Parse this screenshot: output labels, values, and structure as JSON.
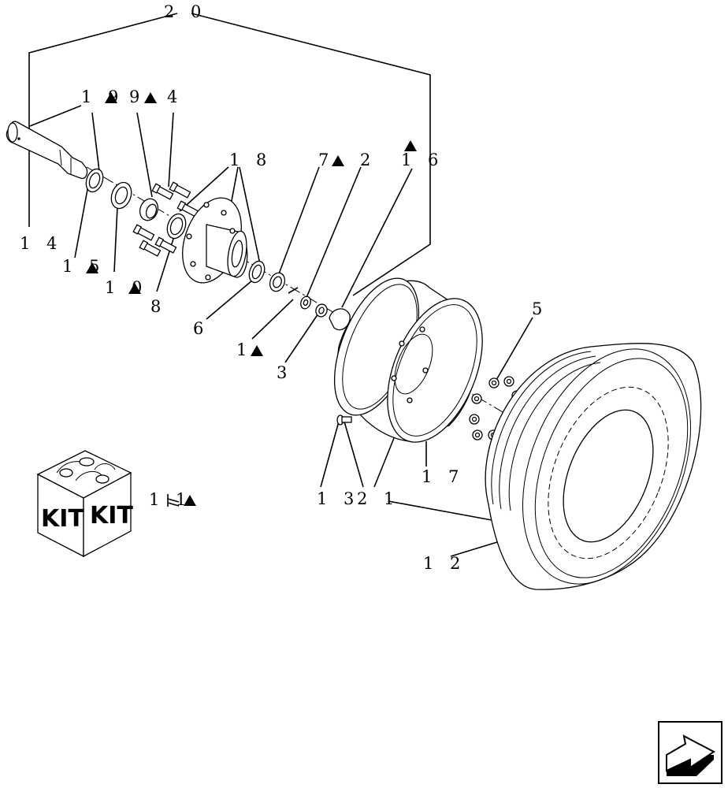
{
  "callouts": {
    "c20": "2 0",
    "c19": "1 9",
    "c9": "9",
    "c4": "4",
    "c18": "1 8",
    "c7": "7",
    "c2": "2",
    "c16": "1 6",
    "c14": "1 4",
    "c15": "1 5",
    "c10": "1 0",
    "c8": "8",
    "c6": "6",
    "c1": "1",
    "c3": "3",
    "c5": "5",
    "c13": "1 3",
    "c21": "2 1",
    "c17": "1 7",
    "c12": "1 2",
    "c11": "1 1"
  },
  "kit_box": {
    "label_left": "KIT",
    "label_right": "KIT"
  },
  "symbols": {
    "triangle": "black-triangle-icon",
    "nav": "navigation-arrow-icon"
  }
}
